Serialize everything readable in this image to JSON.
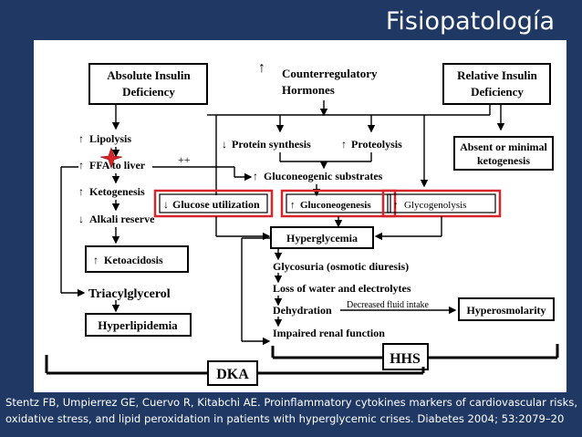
{
  "slide": {
    "title": "Fisiopatología",
    "citation_line1": "Stentz FB, Umpierrez GE, Cuervo R, Kitabchi AE. Proinflammatory cytokines markers of cardiovascular risks,",
    "citation_line2": "oxidative stress, and lipid peroxidation in patients with hyperglycemic crises. Diabetes 2004; 53:2079–20"
  },
  "diagram": {
    "absolute_line1": "Absolute Insulin",
    "absolute_line2": "Deficiency",
    "counter_line1": "Counterregulatory",
    "counter_line2": "Hormones",
    "relative_line1": "Relative Insulin",
    "relative_line2": "Deficiency",
    "lipolysis": "Lipolysis",
    "ffa_to_liver": "FFA to liver",
    "plus_plus": "++",
    "ketogenesis": "Ketogenesis",
    "alkali_reserve": "Alkali reserve",
    "ketoacidosis": "Ketoacidosis",
    "triacylglycerol": "Triacylglycerol",
    "hyperlipidemia": "Hyperlipidemia",
    "protein_synthesis": "Protein synthesis",
    "proteolysis": "Proteolysis",
    "gluconeogenic_substrates": "Gluconeogenic substrates",
    "absent_line1": "Absent or minimal",
    "absent_line2": "ketogenesis",
    "glucose_utilization": "Glucose utilization",
    "gluconeogenesis": "Gluconeogenesis",
    "glycogenolysis": "Glycogenolysis",
    "hyperglycemia": "Hyperglycemia",
    "glycosuria": "Glycosuria (osmotic diuresis)",
    "loss_water": "Loss of water and electrolytes",
    "dehydration": "Dehydration",
    "decreased_fluid": "Decreased fluid intake",
    "hyperosmolarity": "Hyperosmolarity",
    "impaired_renal": "Impaired renal function",
    "hhs": "HHS",
    "dka": "DKA"
  },
  "colors": {
    "background": "#1f3864",
    "highlight": "#d7262b"
  }
}
